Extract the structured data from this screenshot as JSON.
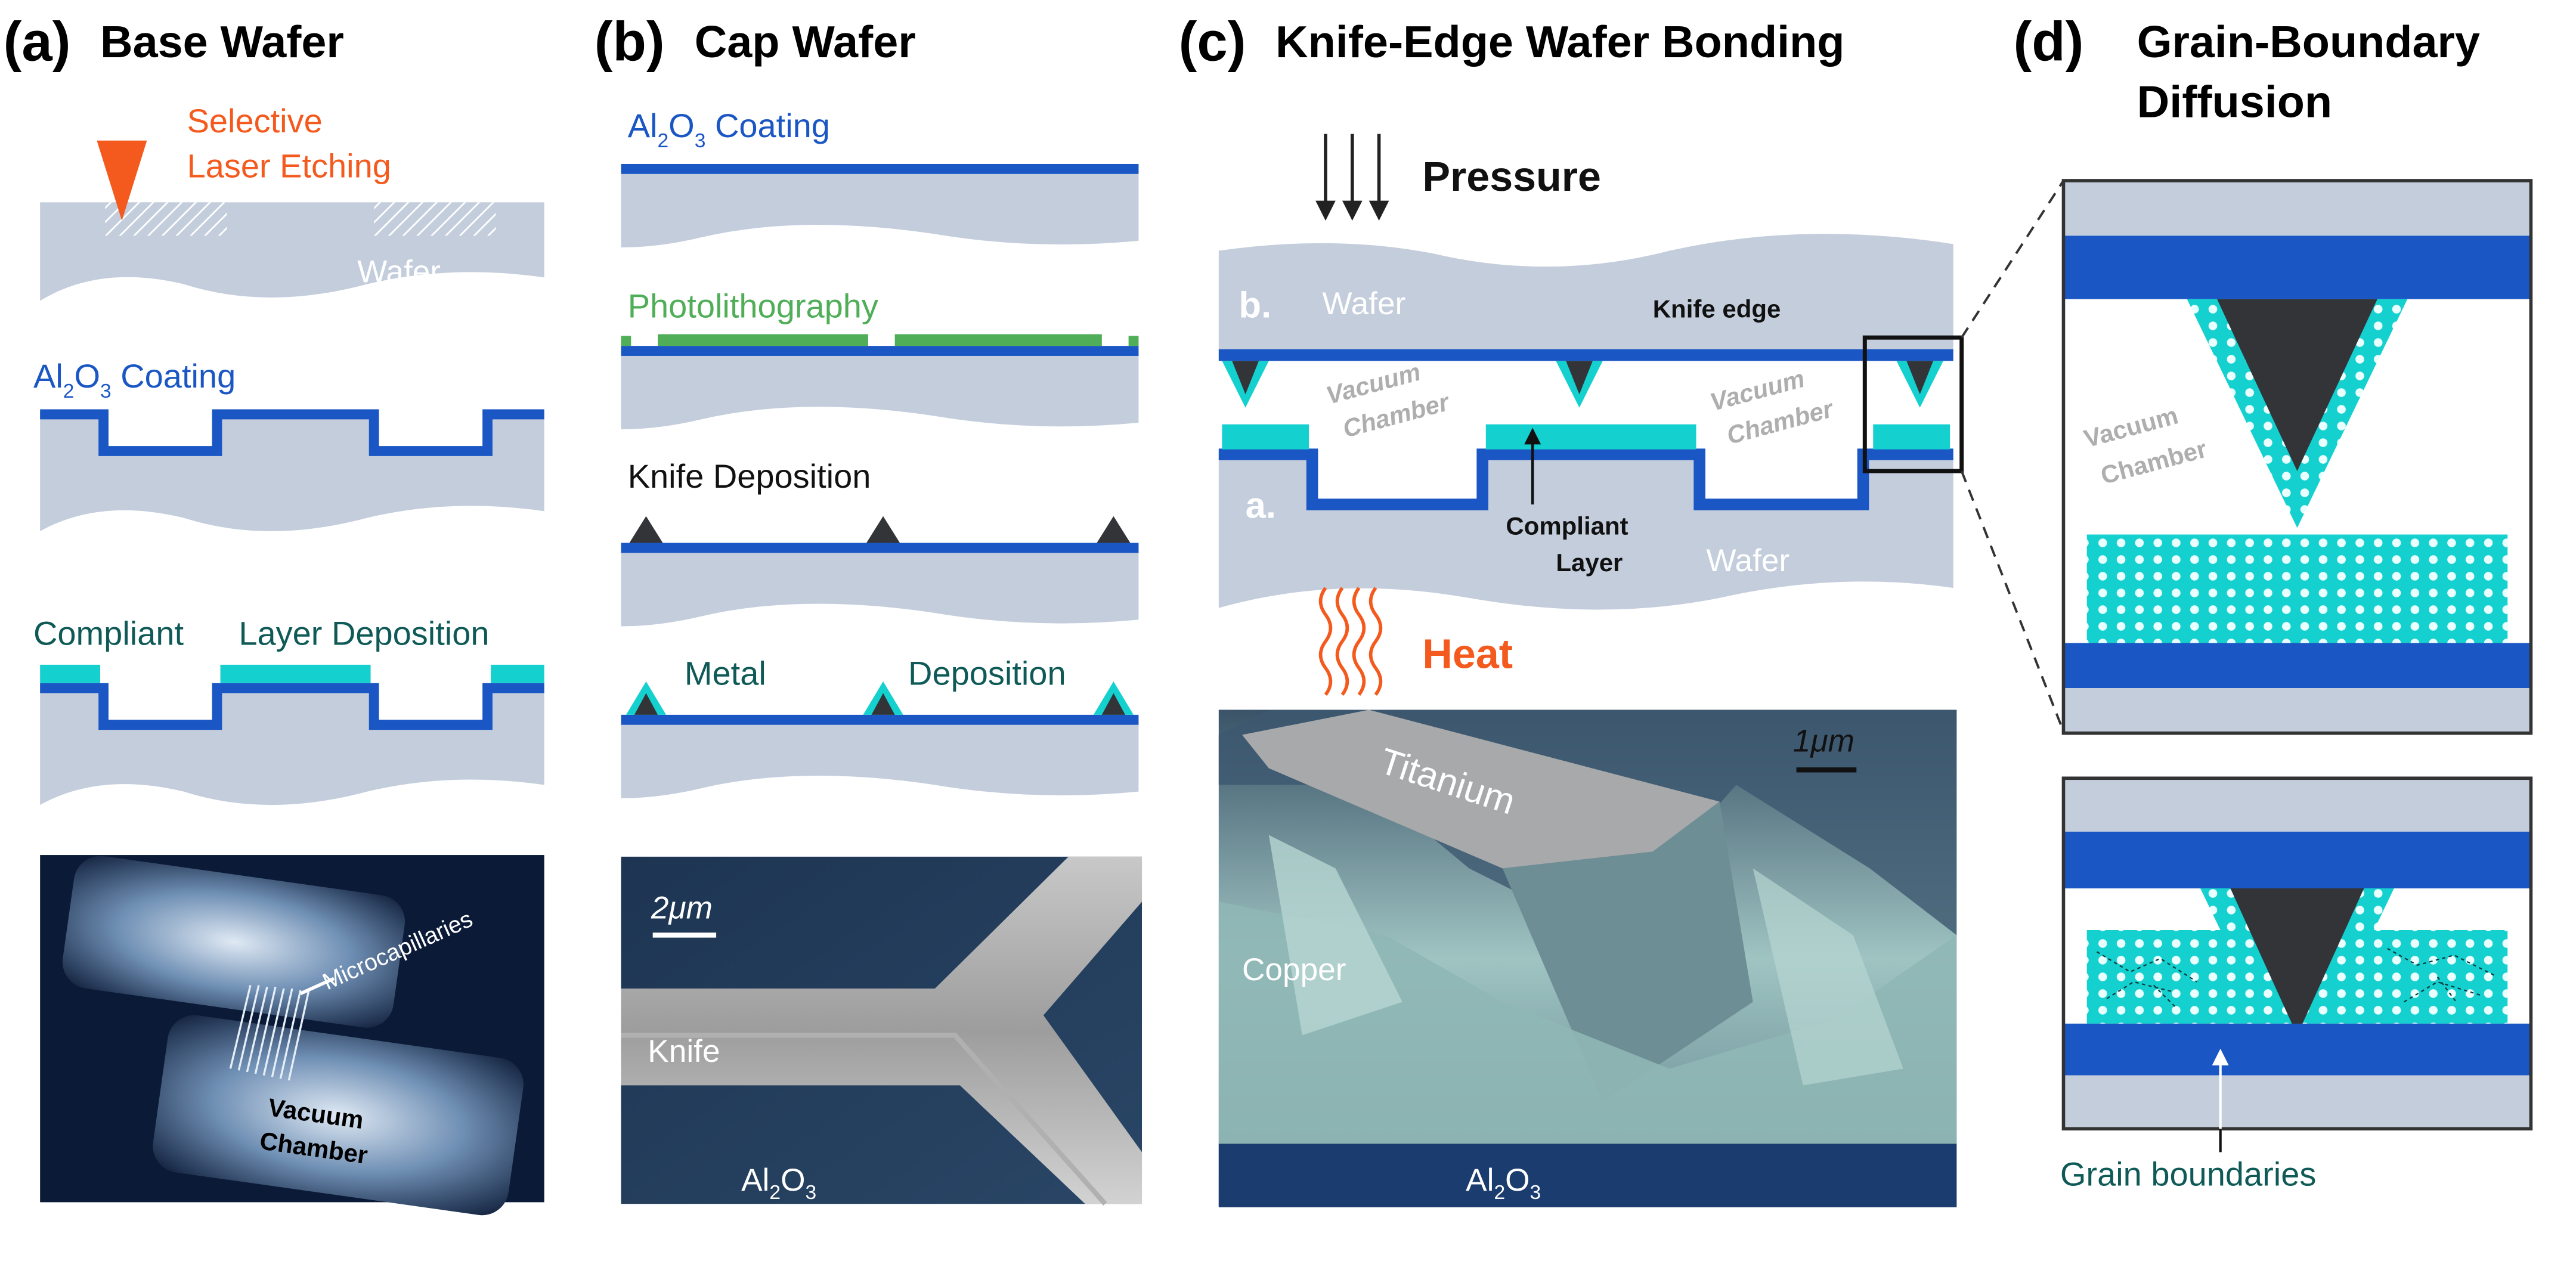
{
  "colors": {
    "wafer": "#c3cddc",
    "coating": "#1a56c4",
    "compliant": "#14d0cf",
    "litho": "#4fae57",
    "knife": "#333438",
    "orange": "#f45a1d",
    "teal_text": "#0f5a57"
  },
  "panel_a": {
    "letter": "(a)",
    "title": "Base Wafer",
    "sle_line1": "Selective",
    "sle_line2": "Laser Etching",
    "wafer": "Wafer",
    "coating_main": "Al",
    "coating_sub": "2",
    "coating_o": "O",
    "coating_sub2": "3",
    "coating_rest": " Coating",
    "compliant_1": "Compliant",
    "compliant_2": "Layer Deposition",
    "photo_micro": "Microcapillaries",
    "photo_vac1": "Vacuum",
    "photo_vac2": "Chamber"
  },
  "panel_b": {
    "letter": "(b)",
    "title": "Cap Wafer",
    "coating_main": "Al",
    "coating_sub": "2",
    "coating_o": "O",
    "coating_sub2": "3",
    "coating_rest": " Coating",
    "photolitho": "Photolithography",
    "knife_dep": "Knife Deposition",
    "metal": "Metal",
    "deposition": "Deposition",
    "scale": "2μm",
    "sem_knife": "Knife",
    "sem_al": "Al",
    "sem_al_sub": "2",
    "sem_o": "O",
    "sem_o_sub": "3"
  },
  "panel_c": {
    "letter": "(c)",
    "title": "Knife-Edge Wafer Bonding",
    "pressure": "Pressure",
    "b": "b.",
    "wafer_top": "Wafer",
    "knife_edge": "Knife edge",
    "vac1_a": "Vacuum",
    "vac1_b": "Chamber",
    "vac2_a": "Vacuum",
    "vac2_b": "Chamber",
    "a": "a.",
    "compliant_1": "Compliant",
    "compliant_2": "Layer",
    "wafer_bottom": "Wafer",
    "heat": "Heat",
    "scale": "1μm",
    "titanium": "Titanium",
    "copper": "Copper",
    "sem_al": "Al",
    "sem_al_sub": "2",
    "sem_o": "O",
    "sem_o_sub": "3"
  },
  "panel_d": {
    "letter": "(d)",
    "title_1": "Grain-Boundary",
    "title_2": "Diffusion",
    "vac_1": "Vacuum",
    "vac_2": "Chamber",
    "grain": "Grain boundaries"
  }
}
